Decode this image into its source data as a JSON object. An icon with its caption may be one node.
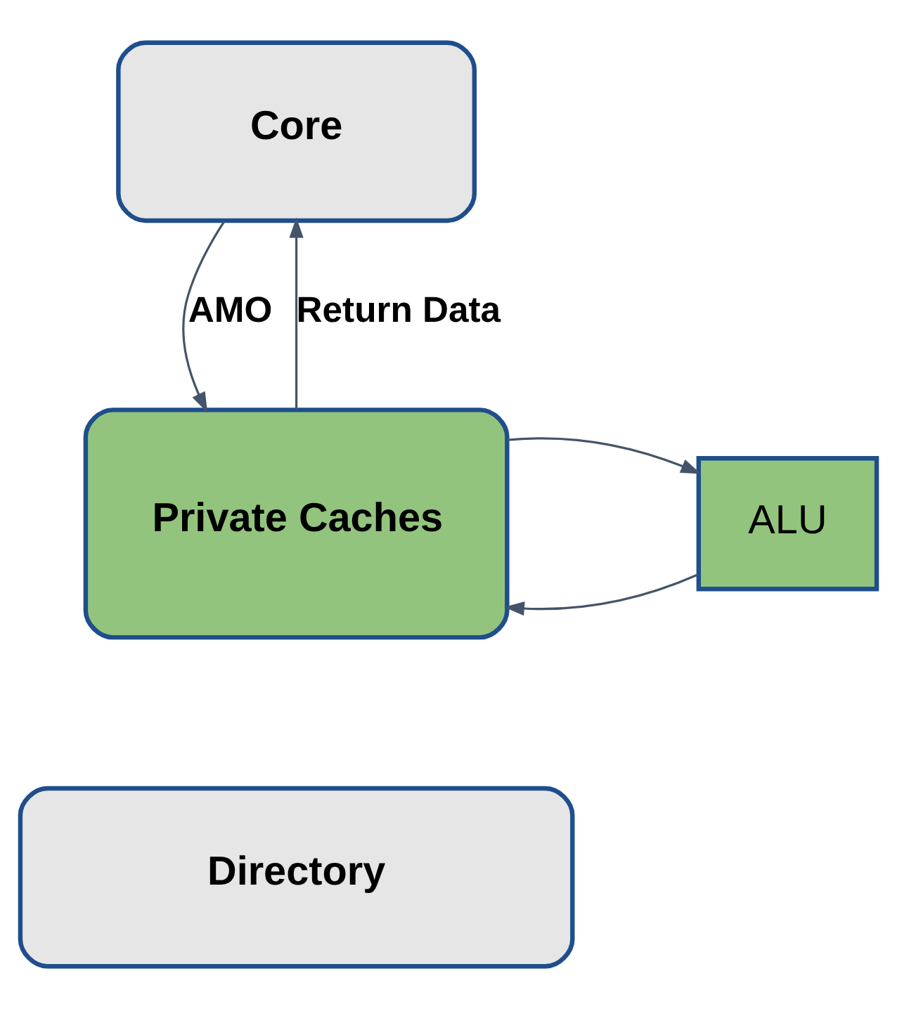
{
  "diagram": {
    "nodes": [
      {
        "text": [
          "Core"
        ]
      },
      {
        "text": [
          "Private Caches"
        ]
      },
      {
        "text": [
          "ALU"
        ]
      },
      {
        "text": [
          "Directory"
        ]
      }
    ],
    "edges": [
      {
        "from": 0,
        "to": 1,
        "arrow": "to",
        "label": "AMO"
      },
      {
        "from": 1,
        "to": 0,
        "arrow": "to",
        "label": "Return Data"
      },
      {
        "from": 2,
        "to": 1,
        "arrow": "to"
      },
      {
        "from": 1,
        "to": 2,
        "arrow": "to"
      }
    ]
  }
}
